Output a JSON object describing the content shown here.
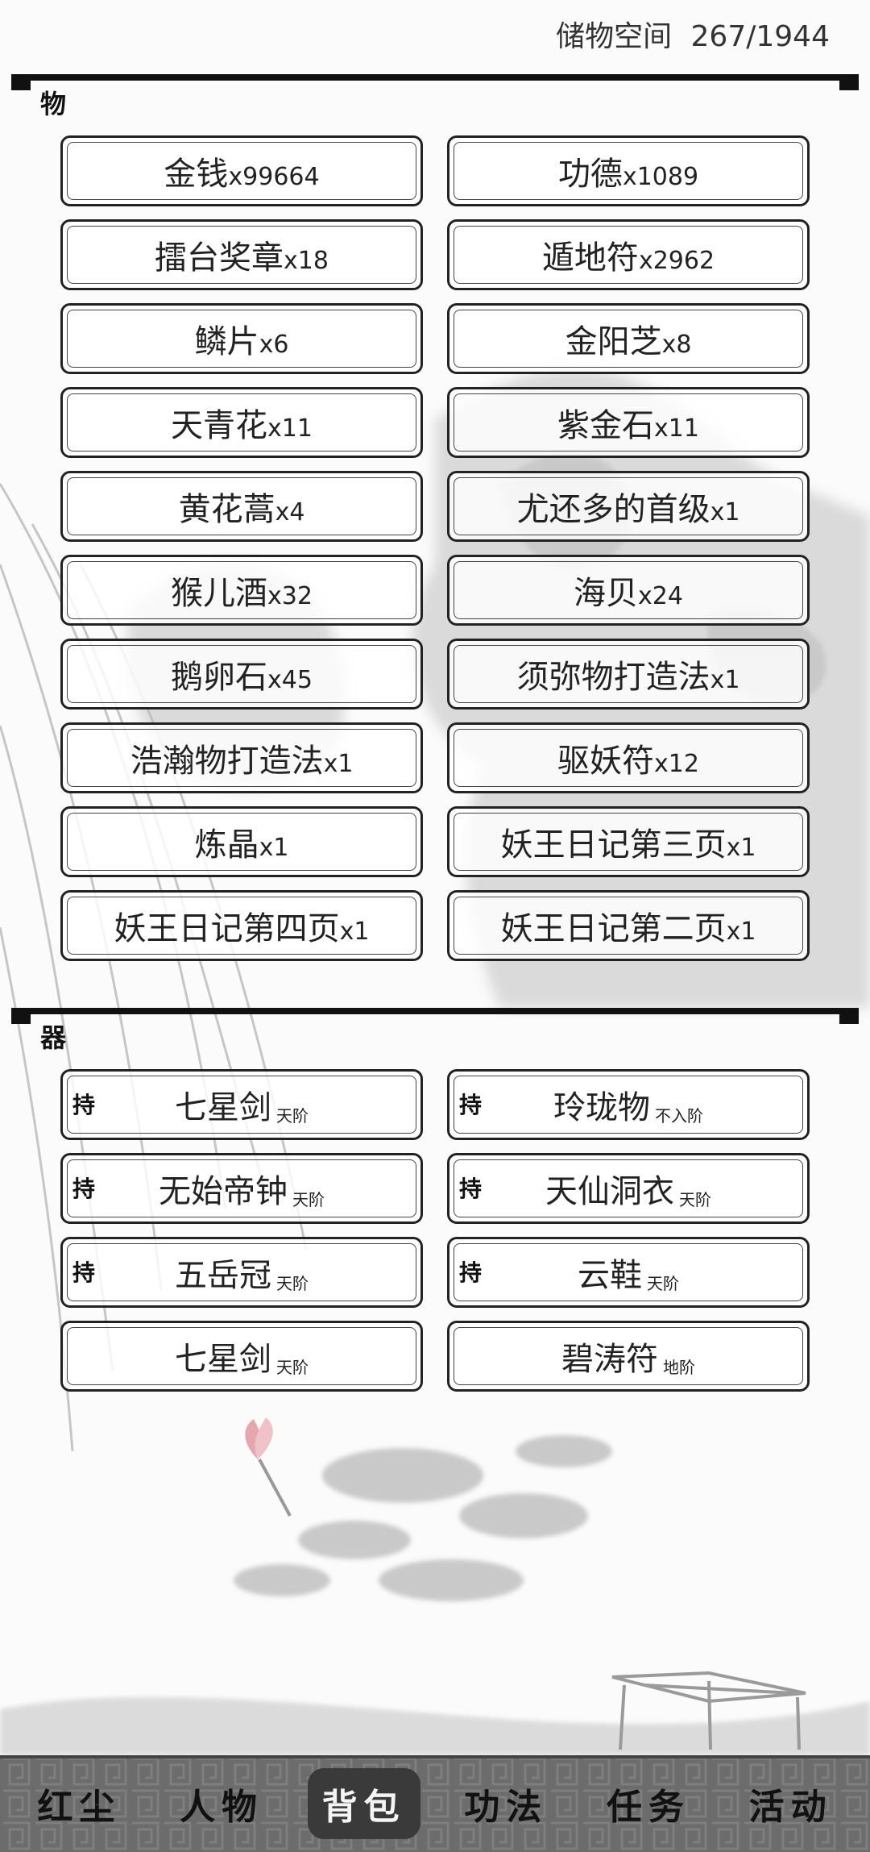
{
  "header": {
    "storage_label": "储物空间",
    "storage_count": "267/1944"
  },
  "sections": {
    "items_title": "物",
    "gear_title": "器"
  },
  "items": [
    {
      "name": "金钱",
      "qty": "x99664"
    },
    {
      "name": "功德",
      "qty": "x1089"
    },
    {
      "name": "擂台奖章",
      "qty": "x18"
    },
    {
      "name": "遁地符",
      "qty": "x2962"
    },
    {
      "name": "鳞片",
      "qty": "x6"
    },
    {
      "name": "金阳芝",
      "qty": "x8"
    },
    {
      "name": "天青花",
      "qty": "x11"
    },
    {
      "name": "紫金石",
      "qty": "x11"
    },
    {
      "name": "黄花蒿",
      "qty": "x4"
    },
    {
      "name": "尤还多的首级",
      "qty": "x1"
    },
    {
      "name": "猴儿酒",
      "qty": "x32"
    },
    {
      "name": "海贝",
      "qty": "x24"
    },
    {
      "name": "鹅卵石",
      "qty": "x45"
    },
    {
      "name": "须弥物打造法",
      "qty": "x1"
    },
    {
      "name": "浩瀚物打造法",
      "qty": "x1"
    },
    {
      "name": "驱妖符",
      "qty": "x12"
    },
    {
      "name": "炼晶",
      "qty": "x1"
    },
    {
      "name": "妖王日记第三页",
      "qty": "x1"
    },
    {
      "name": "妖王日记第四页",
      "qty": "x1"
    },
    {
      "name": "妖王日记第二页",
      "qty": "x1"
    }
  ],
  "gear": [
    {
      "held": "持",
      "name": "七星剑",
      "grade": "天阶"
    },
    {
      "held": "持",
      "name": "玲珑物",
      "grade": "不入阶"
    },
    {
      "held": "持",
      "name": "无始帝钟",
      "grade": "天阶"
    },
    {
      "held": "持",
      "name": "天仙洞衣",
      "grade": "天阶"
    },
    {
      "held": "持",
      "name": "五岳冠",
      "grade": "天阶"
    },
    {
      "held": "持",
      "name": "云鞋",
      "grade": "天阶"
    },
    {
      "held": "",
      "name": "七星剑",
      "grade": "天阶"
    },
    {
      "held": "",
      "name": "碧涛符",
      "grade": "地阶"
    }
  ],
  "nav": {
    "items": [
      {
        "label": "红尘",
        "active": false
      },
      {
        "label": "人物",
        "active": false
      },
      {
        "label": "背包",
        "active": true
      },
      {
        "label": "功法",
        "active": false
      },
      {
        "label": "任务",
        "active": false
      },
      {
        "label": "活动",
        "active": false
      }
    ]
  },
  "colors": {
    "ink": "#222222",
    "nav_bg": "#6c6c6c",
    "nav_active": "#3a3a3a"
  }
}
